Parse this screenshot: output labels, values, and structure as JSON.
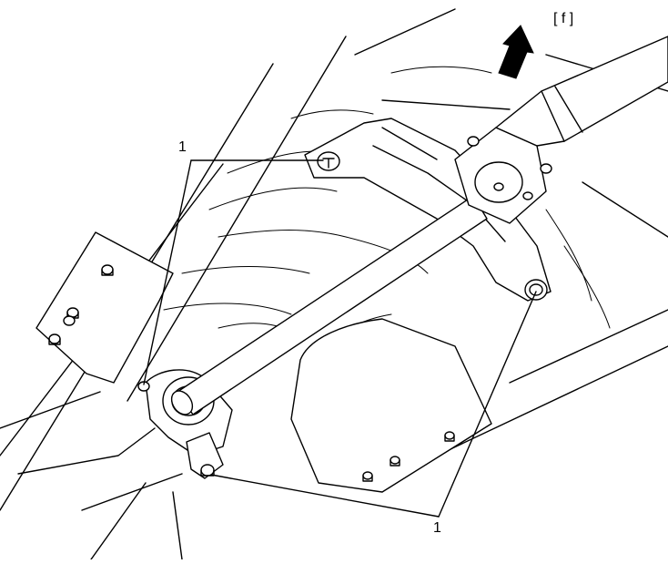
{
  "figure": {
    "direction_label": "[ f ]",
    "callout_top": "1",
    "callout_bottom": "1"
  }
}
